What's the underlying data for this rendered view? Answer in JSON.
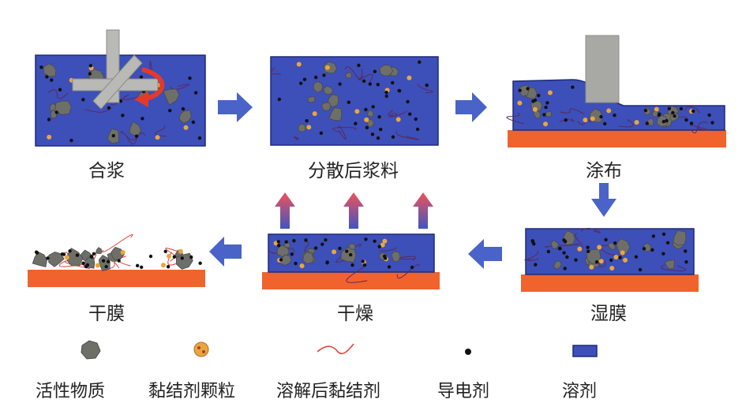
{
  "steps": {
    "mixing": "合浆",
    "dispersed_slurry": "分散后浆料",
    "coating": "涂布",
    "wet_film": "湿膜",
    "drying": "干燥",
    "dry_film": "干膜"
  },
  "legend": [
    {
      "key": "active",
      "label": "活性物质"
    },
    {
      "key": "binder_particle",
      "label": "黏结剂颗粒"
    },
    {
      "key": "dissolved_binder",
      "label": "溶解后黏结剂"
    },
    {
      "key": "conductive",
      "label": "导电剂"
    },
    {
      "key": "solvent",
      "label": "溶剂"
    }
  ],
  "colors": {
    "solvent": "#3d4fb8",
    "solvent_edge": "#1e2a7a",
    "substrate": "#f0632d",
    "active": "#6f6f6a",
    "binder_particle": "#e8a640",
    "binder_line": "#e0443c",
    "conductive": "#111111",
    "arrow": "#4a63c8",
    "heat_arrow_top": "#f0525a",
    "heat_arrow_bottom": "#3f55c0",
    "blade": "#a8a8a4",
    "mixer": "#b9b9b5",
    "rotation_arrow": "#e23a2a"
  }
}
